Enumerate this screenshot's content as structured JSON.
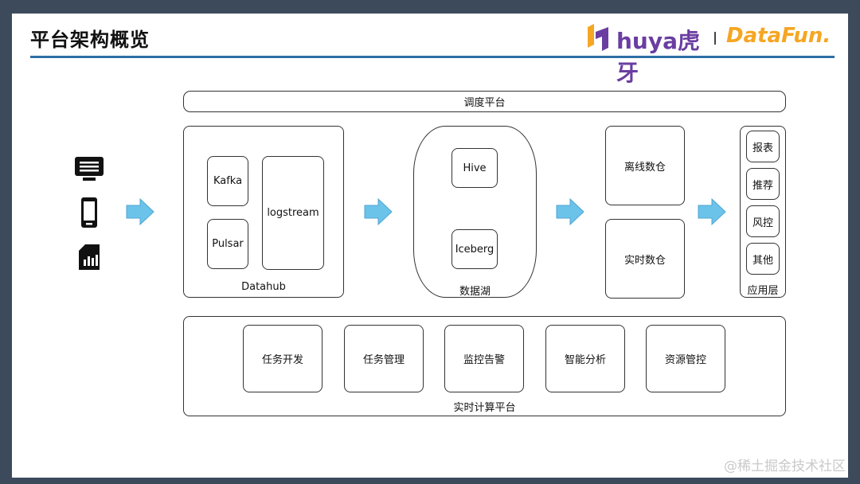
{
  "header": {
    "title": "平台架构概览",
    "logo_huya": "huya虎牙",
    "logo_datafun": "DataFun."
  },
  "scheduler": {
    "label": "调度平台"
  },
  "datahub": {
    "label": "Datahub",
    "items": [
      "Kafka",
      "Pulsar",
      "logstream"
    ]
  },
  "datalake": {
    "label": "数据湖",
    "items": [
      "Hive",
      "Iceberg"
    ]
  },
  "warehouse": {
    "offline": "离线数仓",
    "realtime": "实时数仓"
  },
  "app_layer": {
    "label": "应用层",
    "items": [
      "报表",
      "推荐",
      "风控",
      "其他"
    ]
  },
  "compute_platform": {
    "label": "实时计算平台",
    "items": [
      "任务开发",
      "任务管理",
      "监控告警",
      "智能分析",
      "资源管控"
    ]
  },
  "sources": {
    "icons": [
      "monitor-icon",
      "mobile-phone-icon",
      "sim-card-icon"
    ]
  },
  "colors": {
    "accent_line": "#2f6ea5",
    "arrow_fill": "#6cc3ea",
    "frame": "#3d4a5c"
  },
  "watermark": "@稀土掘金技术社区"
}
